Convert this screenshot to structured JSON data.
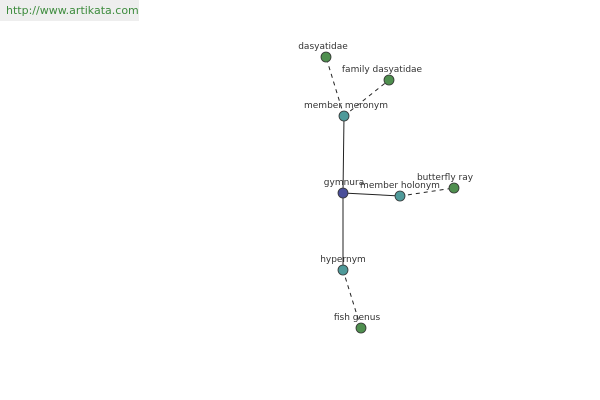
{
  "watermark": "http://www.artikata.com",
  "colors": {
    "center": "#4a4f9a",
    "relation": "#4f9a9a",
    "word": "#4f8f4f"
  },
  "nodes": {
    "gymnura": {
      "label": "gymnura",
      "kind": "center"
    },
    "member_meronym": {
      "label": "member meronym",
      "kind": "relation"
    },
    "member_holonym": {
      "label": "member holonym",
      "kind": "relation"
    },
    "hypernym": {
      "label": "hypernym",
      "kind": "relation"
    },
    "dasyatidae": {
      "label": "dasyatidae",
      "kind": "word"
    },
    "family_dasyatidae": {
      "label": "family dasyatidae",
      "kind": "word"
    },
    "butterfly_ray": {
      "label": "butterfly ray",
      "kind": "word"
    },
    "fish_genus": {
      "label": "fish genus",
      "kind": "word"
    }
  },
  "edges": [
    {
      "from": "gymnura",
      "to": "member_meronym",
      "style": "solid"
    },
    {
      "from": "gymnura",
      "to": "member_holonym",
      "style": "solid"
    },
    {
      "from": "gymnura",
      "to": "hypernym",
      "style": "solid"
    },
    {
      "from": "member_meronym",
      "to": "dasyatidae",
      "style": "dashed"
    },
    {
      "from": "member_meronym",
      "to": "family_dasyatidae",
      "style": "dashed"
    },
    {
      "from": "member_holonym",
      "to": "butterfly_ray",
      "style": "dashed"
    },
    {
      "from": "hypernym",
      "to": "fish_genus",
      "style": "dashed"
    }
  ]
}
